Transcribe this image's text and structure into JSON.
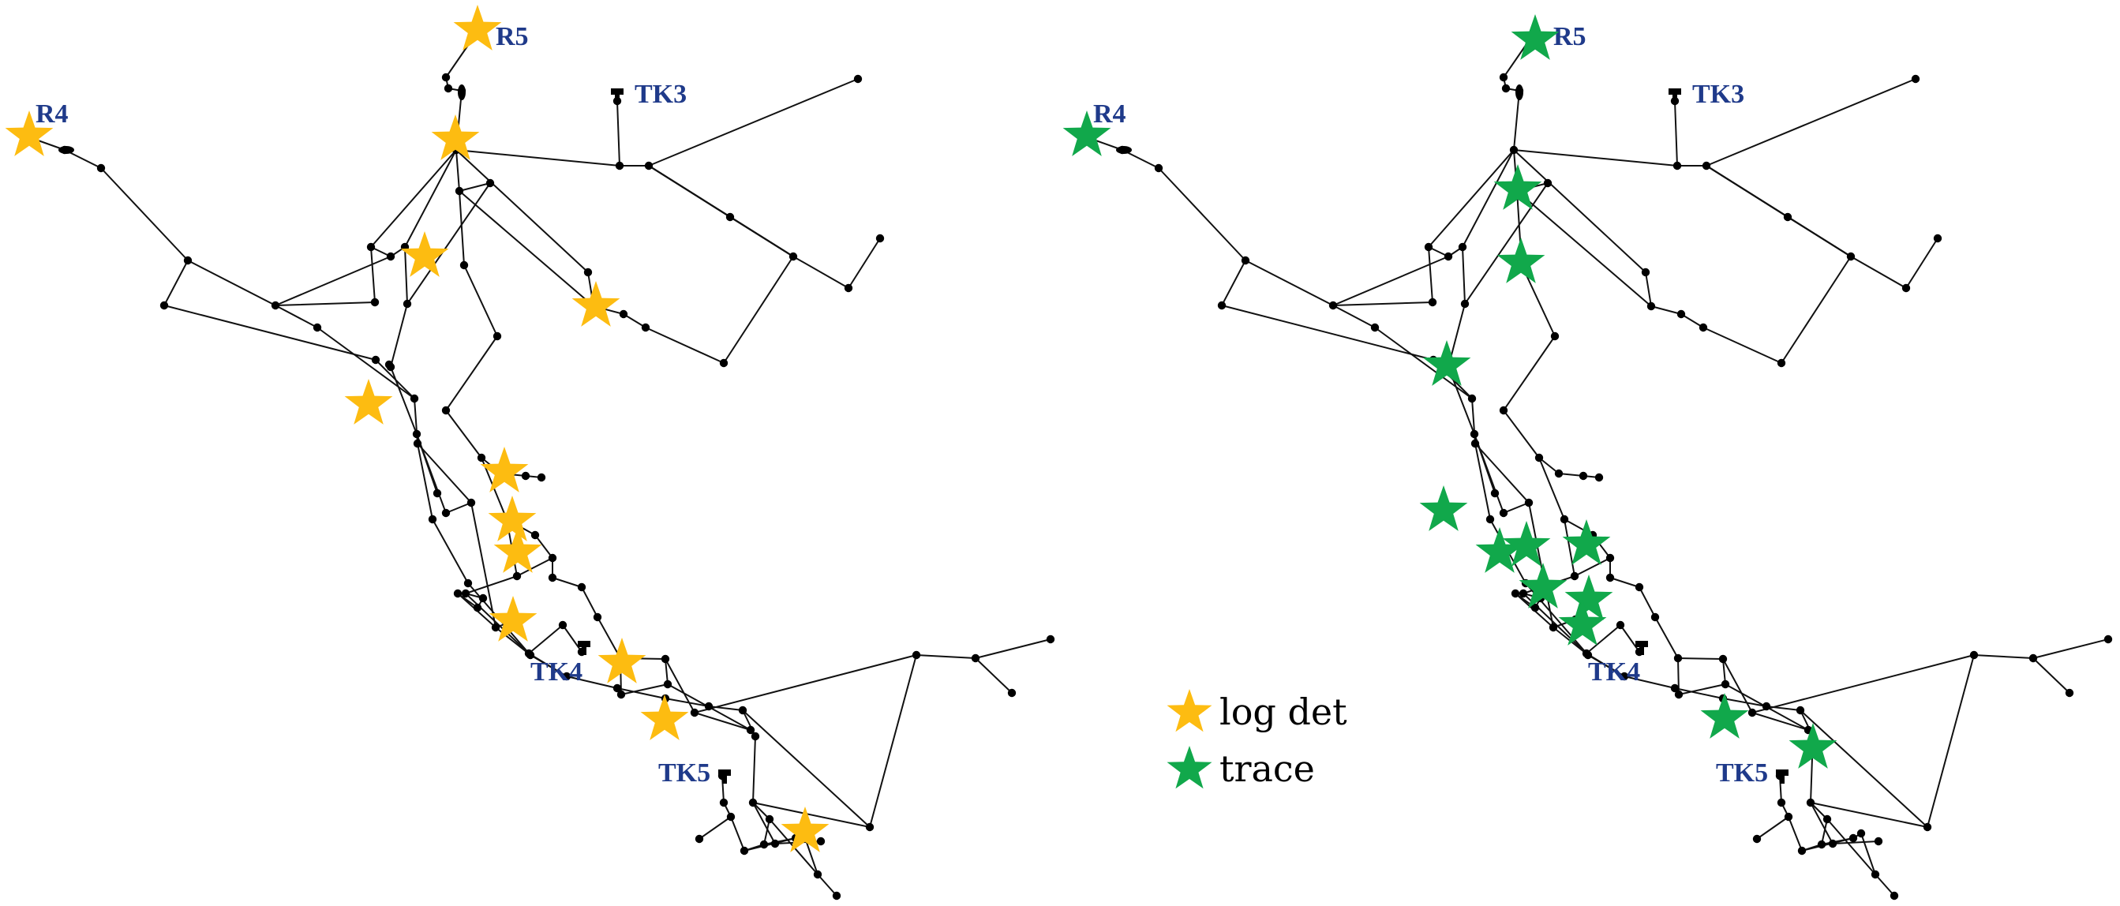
{
  "colors": {
    "log_det": "#FDBC11",
    "trace": "#11A84B",
    "label": "#1f3a8a",
    "network": "#111111"
  },
  "site_labels": {
    "reservoir_top": "R5",
    "reservoir_left": "R4",
    "tank_upper": "TK3",
    "tank_middle": "TK4",
    "tank_lower": "TK5"
  },
  "legend": {
    "log_det": "log det",
    "trace": "trace"
  },
  "panels": [
    {
      "id": "left",
      "marker_set": "log_det",
      "marker_count": 15
    },
    {
      "id": "right",
      "marker_set": "trace",
      "marker_count": 15
    }
  ]
}
